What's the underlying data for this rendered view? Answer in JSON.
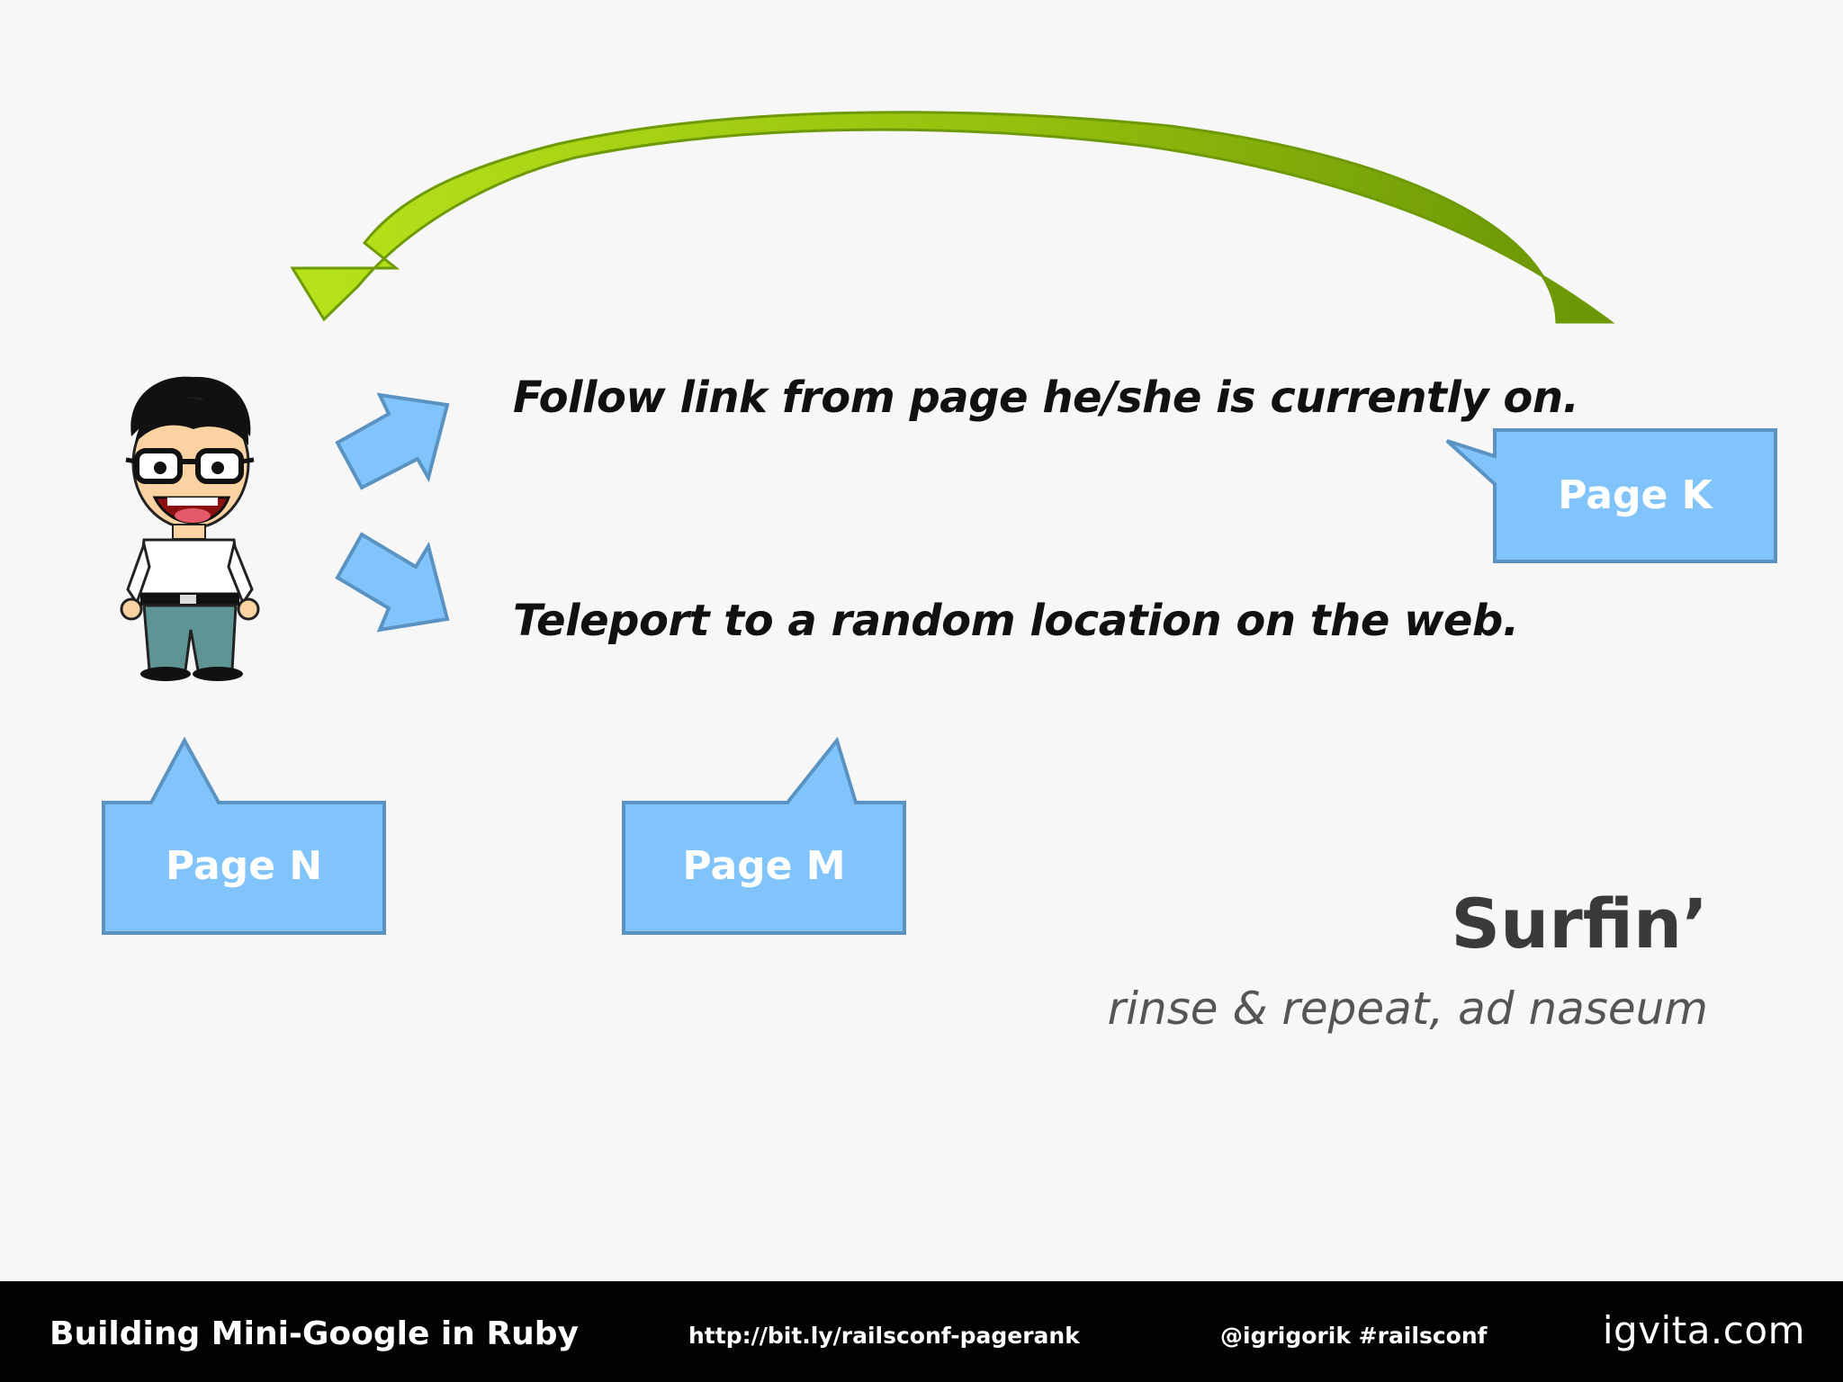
{
  "steps": {
    "follow": "Follow link from page he/she is currently on.",
    "teleport": "Teleport to a random location on the web."
  },
  "pages": {
    "n": "Page N",
    "m": "Page M",
    "k": "Page K"
  },
  "title": "Surfin’",
  "subtitle": "rinse & repeat, ad naseum",
  "footer": {
    "title": "Building Mini-Google in Ruby",
    "url": "http://bit.ly/railsconf-pagerank",
    "handle": "@igrigorik #railsconf",
    "brand": "igvita.com"
  },
  "icons": {
    "surfer": "cartoon-surfer-icon",
    "arrow_up": "arrow-up-right-icon",
    "arrow_down": "arrow-down-right-icon",
    "loop": "curved-return-arrow-icon"
  },
  "colors": {
    "box_fill": "#80c4fb",
    "box_stroke": "#5a93c2",
    "arrow_fill": "#80c4fb",
    "green_light": "#b0dc17",
    "green_dark": "#6d9a06",
    "footer_bg": "#020202"
  }
}
